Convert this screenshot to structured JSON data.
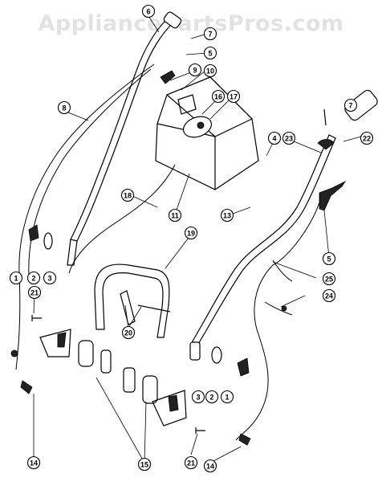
{
  "watermark": "AppliancePartsPros.com",
  "callouts": [
    {
      "id": "c6a",
      "label": "6"
    },
    {
      "id": "c7a",
      "label": "7"
    },
    {
      "id": "c5a",
      "label": "5"
    },
    {
      "id": "c9",
      "label": "9"
    },
    {
      "id": "c10",
      "label": "10"
    },
    {
      "id": "c8",
      "label": "8"
    },
    {
      "id": "c16",
      "label": "16"
    },
    {
      "id": "c17",
      "label": "17"
    },
    {
      "id": "c7b",
      "label": "7"
    },
    {
      "id": "c22",
      "label": "22"
    },
    {
      "id": "c23",
      "label": "23"
    },
    {
      "id": "c4",
      "label": "4"
    },
    {
      "id": "c18",
      "label": "18"
    },
    {
      "id": "c11",
      "label": "11"
    },
    {
      "id": "c13",
      "label": "13"
    },
    {
      "id": "c19",
      "label": "19"
    },
    {
      "id": "c1a",
      "label": "1"
    },
    {
      "id": "c2a",
      "label": "2"
    },
    {
      "id": "c3a",
      "label": "3"
    },
    {
      "id": "c5b",
      "label": "5"
    },
    {
      "id": "c25",
      "label": "25"
    },
    {
      "id": "c21a",
      "label": "21"
    },
    {
      "id": "c24",
      "label": "24"
    },
    {
      "id": "c20",
      "label": "20"
    },
    {
      "id": "c3b",
      "label": "3"
    },
    {
      "id": "c2b",
      "label": "2"
    },
    {
      "id": "c1b",
      "label": "1"
    },
    {
      "id": "c14a",
      "label": "14"
    },
    {
      "id": "c15",
      "label": "15"
    },
    {
      "id": "c21b",
      "label": "21"
    },
    {
      "id": "c14b",
      "label": "14"
    }
  ]
}
